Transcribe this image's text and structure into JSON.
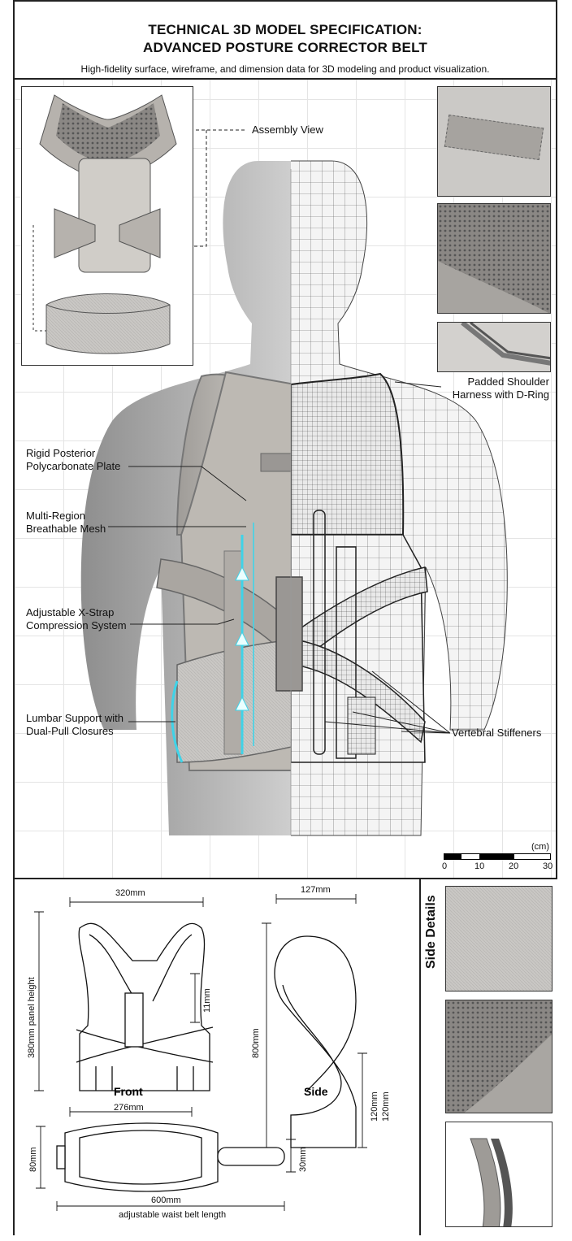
{
  "header": {
    "title_line1": "TECHNICAL 3D MODEL SPECIFICATION:",
    "title_line2": "ADVANCED POSTURE CORRECTOR BELT",
    "subtitle": "High-fidelity surface, wireframe, and dimension data for 3D modeling and product visualization."
  },
  "callouts": {
    "assembly_view": "Assembly View",
    "shoulder_harness_l1": "Padded Shoulder",
    "shoulder_harness_l2": "Harness with D-Ring",
    "rigid_plate_l1": "Rigid Posterior",
    "rigid_plate_l2": "Polycarbonate Plate",
    "mesh_l1": "Multi-Region",
    "mesh_l2": "Breathable Mesh",
    "xstrap_l1": "Adjustable X-Strap",
    "xstrap_l2": "Compression System",
    "lumbar_l1": "Lumbar Support with",
    "lumbar_l2": "Dual-Pull Closures",
    "stiffeners": "Vertebral Stiffeners"
  },
  "scale_bar": {
    "unit": "(cm)",
    "ticks": [
      "0",
      "10",
      "20",
      "30"
    ]
  },
  "drawings": {
    "front_label": "Front",
    "side_label": "Side",
    "front_width": "320mm",
    "front_height": "380mm panel height",
    "front_strap": "11mm",
    "side_width": "127mm",
    "side_height": "800mm",
    "side_b1": "120mm",
    "side_b2": "120mm",
    "belt_width": "276mm",
    "belt_height": "80mm",
    "belt_tab": "30mm",
    "belt_length": "600mm",
    "belt_caption": "adjustable waist belt length"
  },
  "side_details": {
    "title": "Side Details"
  },
  "colors": {
    "fabric": "#b9b6b1",
    "fabric_dark": "#8d8a86",
    "skin": "#c4c4c4",
    "accent_glow": "#3fd3e8"
  }
}
